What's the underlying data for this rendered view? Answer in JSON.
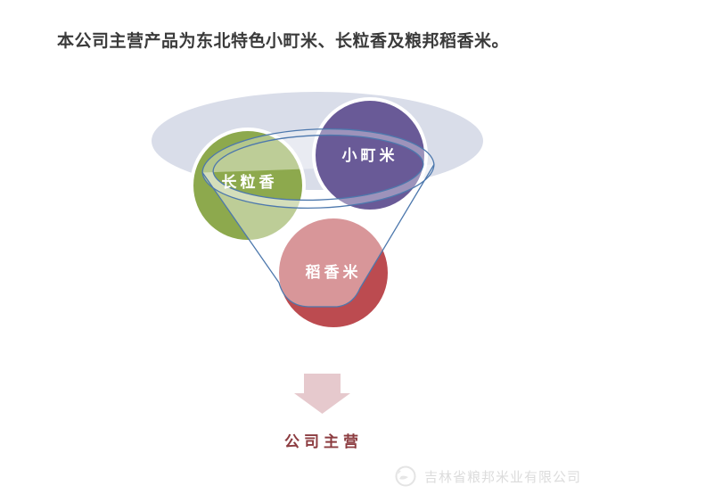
{
  "title": "本公司主营产品为东北特色小町米、长粒香及粮邦稻香米。",
  "diagram": {
    "backdrop_color": "#D9DDE9",
    "outline_color": "#4d78ad",
    "circles": [
      {
        "label": "长粒香",
        "color": "#8DA94D"
      },
      {
        "label": "小町米",
        "color": "#695A97"
      },
      {
        "label": "稻香米",
        "color": "#BC4B50"
      }
    ],
    "arrow_color": "#E6C9CD",
    "arrow_edge_color": "#D9BAbf",
    "caption": "公司主营",
    "caption_color": "#8C3C40"
  },
  "footer": {
    "company": "吉林省粮邦米业有限公司"
  }
}
